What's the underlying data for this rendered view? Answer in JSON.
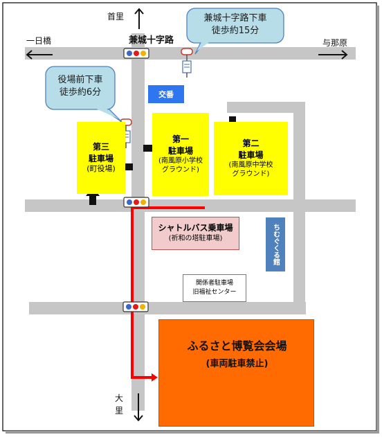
{
  "roads": {
    "north": "首里",
    "west": "一日橋",
    "east": "与那原",
    "south": "大里",
    "intersection": "兼城十字路"
  },
  "bubbles": {
    "north_bus": {
      "line1": "兼城十字路下車",
      "line2": "徒歩約15分"
    },
    "office_bus": {
      "line1": "役場前下車",
      "line2": "徒歩約6分"
    }
  },
  "police_box": "交番",
  "parking": {
    "p3": {
      "line1": "第三",
      "line2": "駐車場",
      "line3": "(町役場)"
    },
    "p1": {
      "line1": "第一",
      "line2": "駐車場",
      "line3": "(南風原小学校",
      "line4": "グラウンド)"
    },
    "p2": {
      "line1": "第二",
      "line2": "駐車場",
      "line3": "(南風原中学校",
      "line4": "グラウンド)"
    }
  },
  "shuttle": {
    "line1": "シャトルバス乗車場",
    "line2": "(祈和の塔駐車場)"
  },
  "chimugukuru": "ちむぐくる館",
  "staff_parking": {
    "line1": "関係者駐車場",
    "line2": "旧福祉センター"
  },
  "venue": {
    "title": "ふるさと博覧会会場",
    "subtitle": "(車両駐車禁止)"
  },
  "colors": {
    "road": "#c6c6c6",
    "parking": "#ffff00",
    "venue": "#ff6b00",
    "shuttle_box": "#f2cccc",
    "shuttle_border": "#c0504d",
    "route": "#ff0000",
    "police": "#2e75f0",
    "chimu": "#4f81bd",
    "bubble": "#b7dde8"
  }
}
